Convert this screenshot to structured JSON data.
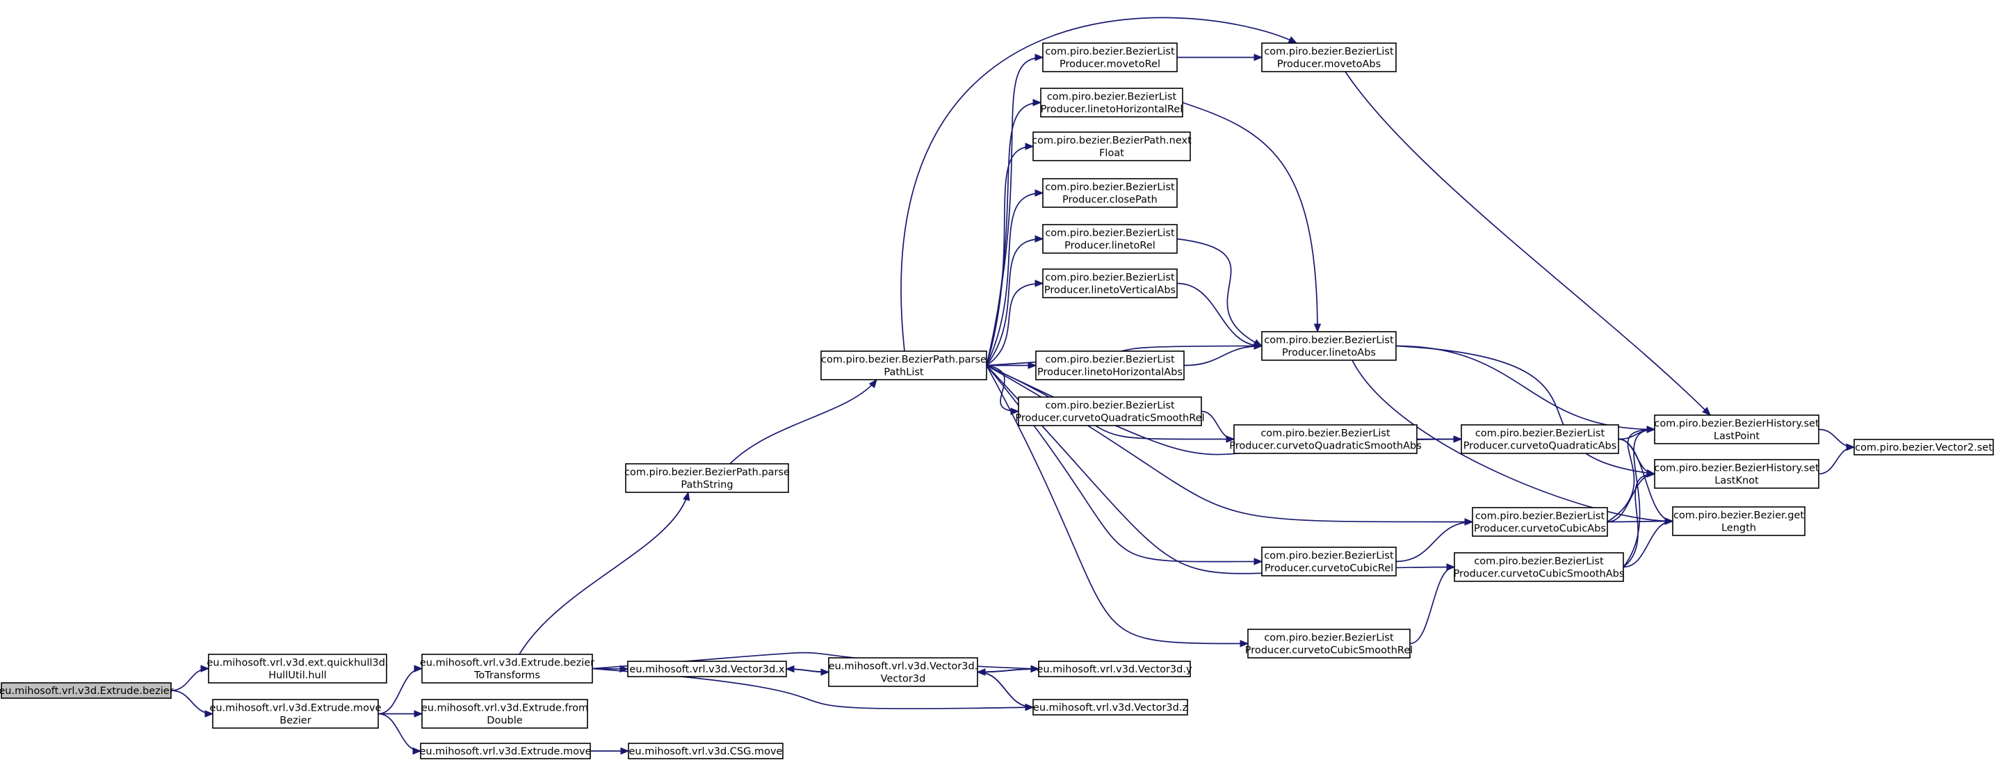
{
  "diagram": {
    "type": "call-graph",
    "edge_color": "#191970",
    "root_fill": "#bfbfbf",
    "nodes": [
      {
        "id": "bezier",
        "lines": [
          "eu.mihosoft.vrl.v3d.Extrude.bezier"
        ],
        "root": true
      },
      {
        "id": "hull",
        "lines": [
          "eu.mihosoft.vrl.v3d.ext.quickhull3d.",
          "HullUtil.hull"
        ]
      },
      {
        "id": "moveBezier",
        "lines": [
          "eu.mihosoft.vrl.v3d.Extrude.move",
          "Bezier"
        ]
      },
      {
        "id": "bezierToTransforms",
        "lines": [
          "eu.mihosoft.vrl.v3d.Extrude.bezier",
          "ToTransforms"
        ]
      },
      {
        "id": "fromDouble",
        "lines": [
          "eu.mihosoft.vrl.v3d.Extrude.from",
          "Double"
        ]
      },
      {
        "id": "extrudeMove",
        "lines": [
          "eu.mihosoft.vrl.v3d.Extrude.move"
        ]
      },
      {
        "id": "csgMove",
        "lines": [
          "eu.mihosoft.vrl.v3d.CSG.move"
        ]
      },
      {
        "id": "parsePathString",
        "lines": [
          "com.piro.bezier.BezierPath.parse",
          "PathString"
        ]
      },
      {
        "id": "vx",
        "lines": [
          "eu.mihosoft.vrl.v3d.Vector3d.x"
        ]
      },
      {
        "id": "vctor",
        "lines": [
          "eu.mihosoft.vrl.v3d.Vector3d.",
          "Vector3d"
        ]
      },
      {
        "id": "vy",
        "lines": [
          "eu.mihosoft.vrl.v3d.Vector3d.y"
        ]
      },
      {
        "id": "vz",
        "lines": [
          "eu.mihosoft.vrl.v3d.Vector3d.z"
        ]
      },
      {
        "id": "parsePathList",
        "lines": [
          "com.piro.bezier.BezierPath.parse",
          "PathList"
        ]
      },
      {
        "id": "movetoRel",
        "lines": [
          "com.piro.bezier.BezierList",
          "Producer.movetoRel"
        ]
      },
      {
        "id": "linetoHRel",
        "lines": [
          "com.piro.bezier.BezierList",
          "Producer.linetoHorizontalRel"
        ]
      },
      {
        "id": "nextFloat",
        "lines": [
          "com.piro.bezier.BezierPath.next",
          "Float"
        ]
      },
      {
        "id": "closePath",
        "lines": [
          "com.piro.bezier.BezierList",
          "Producer.closePath"
        ]
      },
      {
        "id": "linetoRel",
        "lines": [
          "com.piro.bezier.BezierList",
          "Producer.linetoRel"
        ]
      },
      {
        "id": "linetoVAbs",
        "lines": [
          "com.piro.bezier.BezierList",
          "Producer.linetoVerticalAbs"
        ]
      },
      {
        "id": "linetoHAbs",
        "lines": [
          "com.piro.bezier.BezierList",
          "Producer.linetoHorizontalAbs"
        ]
      },
      {
        "id": "cQSRel",
        "lines": [
          "com.piro.bezier.BezierList",
          "Producer.curvetoQuadraticSmoothRel"
        ]
      },
      {
        "id": "movetoAbs",
        "lines": [
          "com.piro.bezier.BezierList",
          "Producer.movetoAbs"
        ]
      },
      {
        "id": "linetoAbs",
        "lines": [
          "com.piro.bezier.BezierList",
          "Producer.linetoAbs"
        ]
      },
      {
        "id": "cQSAbs",
        "lines": [
          "com.piro.bezier.BezierList",
          "Producer.curvetoQuadraticSmoothAbs"
        ]
      },
      {
        "id": "cCubicRel",
        "lines": [
          "com.piro.bezier.BezierList",
          "Producer.curvetoCubicRel"
        ]
      },
      {
        "id": "cCSRel",
        "lines": [
          "com.piro.bezier.BezierList",
          "Producer.curvetoCubicSmoothRel"
        ]
      },
      {
        "id": "cQAbs",
        "lines": [
          "com.piro.bezier.BezierList",
          "Producer.curvetoQuadraticAbs"
        ]
      },
      {
        "id": "cCubicAbs",
        "lines": [
          "com.piro.bezier.BezierList",
          "Producer.curvetoCubicAbs"
        ]
      },
      {
        "id": "cCSAbs",
        "lines": [
          "com.piro.bezier.BezierList",
          "Producer.curvetoCubicSmoothAbs"
        ]
      },
      {
        "id": "setLastPoint",
        "lines": [
          "com.piro.bezier.BezierHistory.set",
          "LastPoint"
        ]
      },
      {
        "id": "setLastKnot",
        "lines": [
          "com.piro.bezier.BezierHistory.set",
          "LastKnot"
        ]
      },
      {
        "id": "getLength",
        "lines": [
          "com.piro.bezier.Bezier.get",
          "Length"
        ]
      },
      {
        "id": "v2set",
        "lines": [
          "com.piro.bezier.Vector2.set"
        ]
      }
    ],
    "edges": [
      [
        "bezier",
        "hull"
      ],
      [
        "bezier",
        "moveBezier"
      ],
      [
        "moveBezier",
        "bezierToTransforms"
      ],
      [
        "moveBezier",
        "fromDouble"
      ],
      [
        "moveBezier",
        "extrudeMove"
      ],
      [
        "extrudeMove",
        "csgMove"
      ],
      [
        "bezierToTransforms",
        "parsePathString"
      ],
      [
        "bezierToTransforms",
        "vx"
      ],
      [
        "bezierToTransforms",
        "vy"
      ],
      [
        "bezierToTransforms",
        "vz"
      ],
      [
        "vx",
        "vctor"
      ],
      [
        "vctor",
        "vx"
      ],
      [
        "vy",
        "vctor"
      ],
      [
        "vctor",
        "vy"
      ],
      [
        "vz",
        "vctor"
      ],
      [
        "vctor",
        "vz"
      ],
      [
        "parsePathString",
        "parsePathList"
      ],
      [
        "parsePathList",
        "movetoRel"
      ],
      [
        "parsePathList",
        "linetoHRel"
      ],
      [
        "parsePathList",
        "nextFloat"
      ],
      [
        "parsePathList",
        "closePath"
      ],
      [
        "parsePathList",
        "linetoRel"
      ],
      [
        "parsePathList",
        "linetoVAbs"
      ],
      [
        "parsePathList",
        "linetoHAbs"
      ],
      [
        "parsePathList",
        "cQSRel"
      ],
      [
        "parsePathList",
        "movetoAbs"
      ],
      [
        "parsePathList",
        "linetoAbs"
      ],
      [
        "parsePathList",
        "cQSAbs"
      ],
      [
        "parsePathList",
        "cQAbs"
      ],
      [
        "parsePathList",
        "cCubicAbs"
      ],
      [
        "parsePathList",
        "cCubicRel"
      ],
      [
        "parsePathList",
        "cCSAbs"
      ],
      [
        "parsePathList",
        "cCSRel"
      ],
      [
        "movetoRel",
        "movetoAbs"
      ],
      [
        "linetoHRel",
        "linetoAbs"
      ],
      [
        "linetoRel",
        "linetoAbs"
      ],
      [
        "linetoVAbs",
        "linetoAbs"
      ],
      [
        "linetoHAbs",
        "linetoAbs"
      ],
      [
        "cQSRel",
        "cQSAbs"
      ],
      [
        "cQSAbs",
        "cQAbs"
      ],
      [
        "cCubicRel",
        "cCubicAbs"
      ],
      [
        "cCSRel",
        "cCSAbs"
      ],
      [
        "movetoAbs",
        "setLastPoint"
      ],
      [
        "linetoAbs",
        "setLastPoint"
      ],
      [
        "linetoAbs",
        "setLastKnot"
      ],
      [
        "linetoAbs",
        "getLength"
      ],
      [
        "cQAbs",
        "setLastPoint"
      ],
      [
        "cQAbs",
        "setLastKnot"
      ],
      [
        "cQAbs",
        "getLength"
      ],
      [
        "cCubicAbs",
        "setLastPoint"
      ],
      [
        "cCubicAbs",
        "setLastKnot"
      ],
      [
        "cCubicAbs",
        "getLength"
      ],
      [
        "cCSAbs",
        "setLastPoint"
      ],
      [
        "cCSAbs",
        "setLastKnot"
      ],
      [
        "cCSAbs",
        "getLength"
      ],
      [
        "setLastPoint",
        "v2set"
      ],
      [
        "setLastKnot",
        "v2set"
      ]
    ]
  }
}
